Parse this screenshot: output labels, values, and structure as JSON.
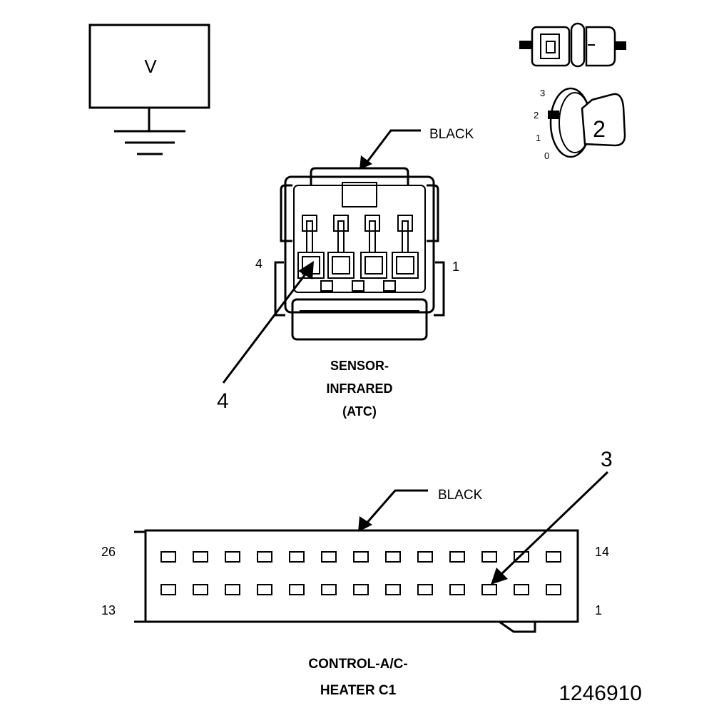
{
  "meter": {
    "symbol": "V"
  },
  "key_positions": {
    "labels": [
      "3",
      "2",
      "1",
      "0"
    ],
    "selected_number": "2"
  },
  "sensor_connector": {
    "color_label": "BLACK",
    "pin_left": "4",
    "pin_right": "1",
    "callout": "4",
    "name_lines": [
      "SENSOR-",
      "INFRARED",
      "(ATC)"
    ]
  },
  "control_connector": {
    "color_label": "BLACK",
    "pin_top_left": "26",
    "pin_top_right": "14",
    "pin_bottom_left": "13",
    "pin_bottom_right": "1",
    "callout": "3",
    "name_lines": [
      "CONTROL-A/C-",
      "HEATER C1"
    ]
  },
  "figure_id": "1246910"
}
